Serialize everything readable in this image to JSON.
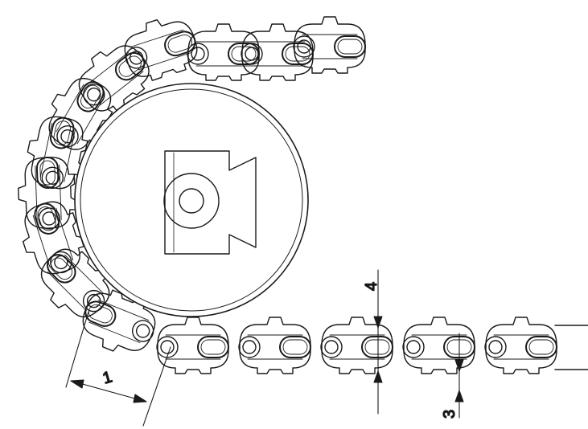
{
  "drawing": {
    "dimensions": [
      {
        "id": "1",
        "label": "1"
      },
      {
        "id": "3",
        "label": "3"
      },
      {
        "id": "4",
        "label": "4"
      }
    ]
  },
  "colors": {
    "line": "#1a1a1a",
    "paper": "#ffffff"
  }
}
